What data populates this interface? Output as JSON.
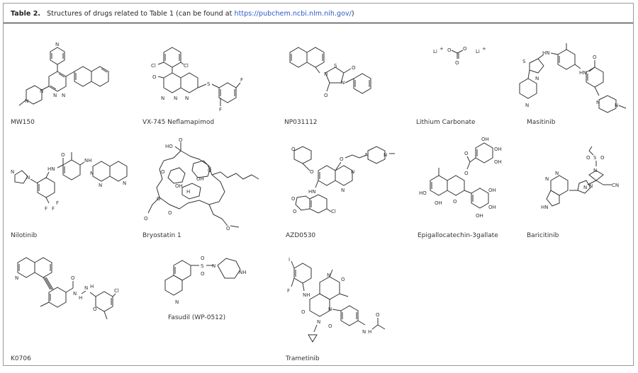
{
  "table": {
    "label": "Table 2.",
    "caption_text": "Structures of drugs related to Table 1 (can be found at ",
    "caption_link": "https://pubchem.ncbi.nlm.nih.gov/",
    "caption_end": ")"
  },
  "drugs": [
    {
      "name": "MW150"
    },
    {
      "name": "VX-745 Neflamapimod"
    },
    {
      "name": "NP031112"
    },
    {
      "name": "Lithium Carbonate"
    },
    {
      "name": "Masitinib"
    },
    {
      "name": "Nilotinib"
    },
    {
      "name": "Bryostatin 1"
    },
    {
      "name": "AZD0530"
    },
    {
      "name": "Epigallocatechin-3gallate"
    },
    {
      "name": "Baricitinib"
    },
    {
      "name": "K0706"
    },
    {
      "name": "Fasudil (WP-0512)"
    },
    {
      "name": "Trametinib"
    }
  ],
  "atom_labels": {
    "N": "N",
    "NH": "NH",
    "HN": "HN",
    "O": "O",
    "S": "S",
    "Cl": "Cl",
    "F": "F",
    "I": "I",
    "OH": "OH",
    "HO": "HO",
    "H": "H",
    "CN": "CN",
    "Li": "Li",
    "plus": "+"
  }
}
